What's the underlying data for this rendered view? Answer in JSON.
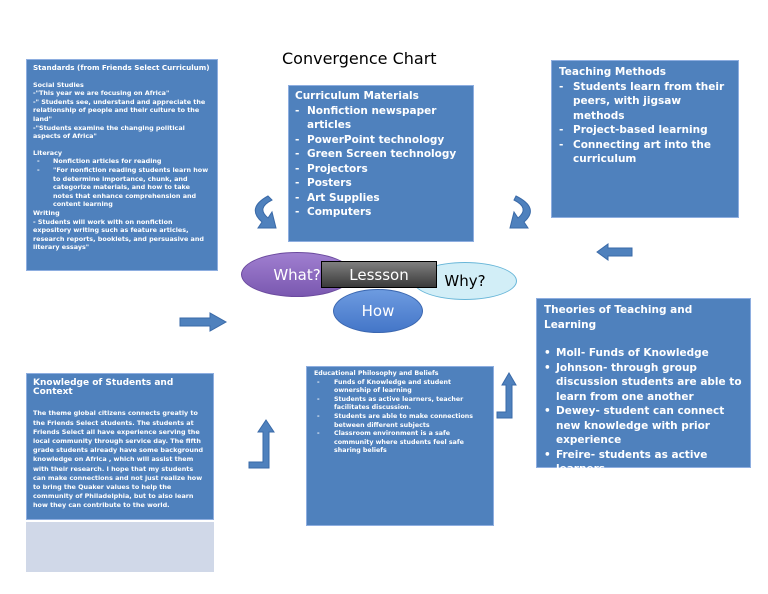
{
  "title": "Convergence Chart",
  "standards": {
    "heading": "Standards (from Friends Select Curriculum)",
    "social_heading": "Social Studies",
    "social": [
      "-\"This year we are focusing on Africa\"",
      "-\" Students see, understand and appreciate the relationship of people and their culture to the land\"",
      "-\"Students examine the changing political aspects of Africa\""
    ],
    "literacy_heading": "Literacy",
    "literacy": [
      "Nonfiction articles for reading",
      "\"For  nonfiction reading students learn how to determine importance, chunk, and categorize materials, and how to take notes that enhance comprehension and content learning"
    ],
    "writing_heading": "Writing",
    "writing": "- Students will work with on nonfiction expository writing such as feature articles, research reports, booklets, and persuasive and literary essays\""
  },
  "curriculum": {
    "heading": "Curriculum Materials",
    "items": [
      "Nonfiction newspaper articles",
      "PowerPoint technology",
      "Green Screen technology",
      "Projectors",
      "Posters",
      "Art Supplies",
      "Computers"
    ]
  },
  "teaching": {
    "heading": "Teaching Methods",
    "items": [
      "Students learn from their peers, with jigsaw methods",
      "Project-based learning",
      "Connecting art into the curriculum"
    ]
  },
  "theories": {
    "heading": "Theories of Teaching and Learning",
    "items": [
      "Moll- Funds of Knowledge",
      "Johnson- through group discussion students are able to learn from one another",
      "Dewey- student can connect new knowledge with prior experience",
      "Freire- students as active learners"
    ]
  },
  "knowledge": {
    "heading": "Knowledge of Students and Context",
    "body": "The theme global citizens connects greatly to the Friends Select  students. The students at Friends Select all have experience serving the  local community through service day. The fifth grade students already have some background knowledge on Africa , which will assist them with their research. I hope that my students can make connections and not just realize how to bring the Quaker  values to help the community of Philadelphia, but  to also learn how  they can contribute to the world."
  },
  "philosophy": {
    "heading": "Educational Philosophy and Beliefs",
    "items": [
      "Funds of Knowledge and student  ownership of learning",
      "Students as active learners, teacher facilitates discussion.",
      "Students are able to make connections between different subjects",
      "Classroom environment is a safe community where students feel  safe sharing beliefs"
    ]
  },
  "center": {
    "what": "What?",
    "lesson": "Lessson",
    "why": "Why?",
    "how": "How"
  },
  "colors": {
    "box": "#4f81bd",
    "arrow": "#4f81bd"
  }
}
